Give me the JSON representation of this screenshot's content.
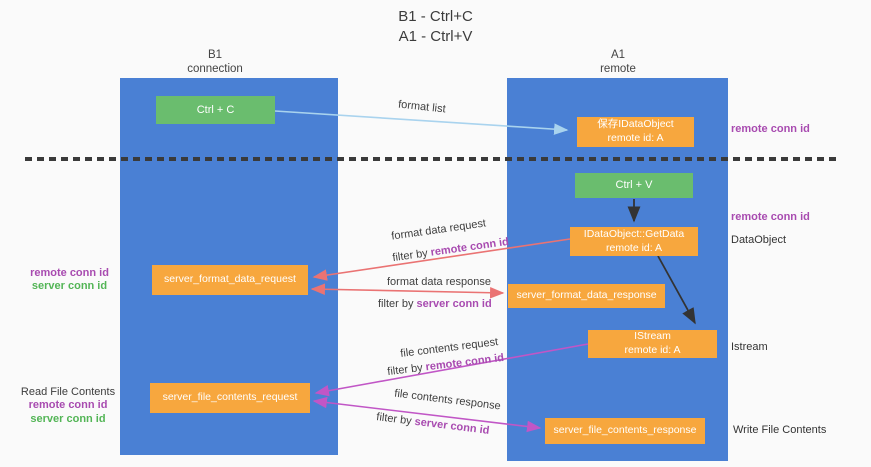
{
  "title": {
    "line1": "B1 - Ctrl+C",
    "line2": "A1 - Ctrl+V"
  },
  "columns": {
    "left": {
      "header_line1": "B1",
      "header_line2": "connection"
    },
    "right": {
      "header_line1": "A1",
      "header_line2": "remote"
    }
  },
  "boxes": {
    "ctrl_c": "Ctrl + C",
    "ctrl_v": "Ctrl + V",
    "save_idataobject": {
      "line1": "保存IDataObject",
      "line2": "remote id: A"
    },
    "getdata": {
      "line1": "IDataObject::GetData",
      "line2": "remote id: A"
    },
    "istream": {
      "line1": "IStream",
      "line2": "remote id: A"
    },
    "server_format_data_request": "server_format_data_request",
    "server_format_data_response": "server_format_data_response",
    "server_file_contents_request": "server_file_contents_request",
    "server_file_contents_response": "server_file_contents_response"
  },
  "arrow_labels": {
    "format_list": "format list",
    "format_data_request": "format data request",
    "format_data_response": "format data response",
    "file_contents_request": "file contents request",
    "file_contents_response": "file contents response",
    "filter_by": "filter by ",
    "remote_conn_id": "remote conn id",
    "server_conn_id": "server conn id"
  },
  "side_labels": {
    "remote_conn_id": "remote conn id",
    "server_conn_id": "server conn id",
    "dataobject": "DataObject",
    "istream": "Istream",
    "read_file_contents": "Read File Contents",
    "write_file_contents": "Write File Contents"
  },
  "colors": {
    "background": "#fafafa",
    "column_blue": "#4a80d4",
    "box_green": "#6abd6e",
    "box_orange": "#f7a73e",
    "arrow_lightblue": "#a9d3ee",
    "arrow_black": "#333333",
    "arrow_salmon": "#ea7373",
    "arrow_magenta": "#c156c6",
    "text_purple": "#a84bb0",
    "text_green": "#53b556",
    "text_dark": "#3c3c3c",
    "dash_color": "#3a3a3a"
  }
}
